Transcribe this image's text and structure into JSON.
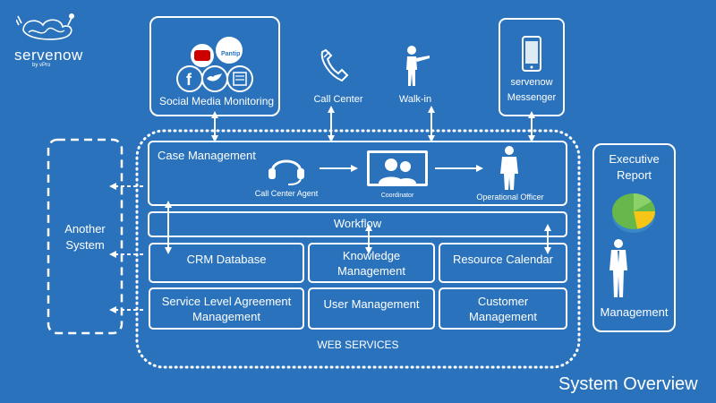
{
  "logo": {
    "name": "servenow",
    "tagline": "by vPro"
  },
  "social": {
    "label": "Social Media Monitoring",
    "pantip_badge": "Pantip",
    "youtube_badge": "You Tube"
  },
  "call_center": {
    "label": "Call Center"
  },
  "walk_in": {
    "label": "Walk-in"
  },
  "messenger": {
    "title": "servenow",
    "label": "Messenger"
  },
  "another_system": {
    "line1": "Another",
    "line2": "System"
  },
  "case_management": {
    "title": "Case Management",
    "agent": "Call Center Agent",
    "coordinator": "Coordinator",
    "officer": "Operational Officer"
  },
  "workflow": {
    "label": "Workflow"
  },
  "modules": {
    "crm": "CRM Database",
    "knowledge_1": "Knowledge",
    "knowledge_2": "Management",
    "resource": "Resource Calendar",
    "sla_1": "Service Level Agreement",
    "sla_2": "Management",
    "user": "User Management",
    "customer_1": "Customer",
    "customer_2": "Management"
  },
  "web_services": {
    "label": "WEB SERVICES"
  },
  "executive": {
    "line1": "Executive",
    "line2": "Report",
    "management": "Management"
  },
  "footer": {
    "title": "System Overview"
  },
  "colors": {
    "background": "#2a73bc",
    "line": "#ffffff",
    "pie_green": "#66b84a",
    "pie_yellow": "#f5c518",
    "pie_blue": "#4aa3df"
  }
}
